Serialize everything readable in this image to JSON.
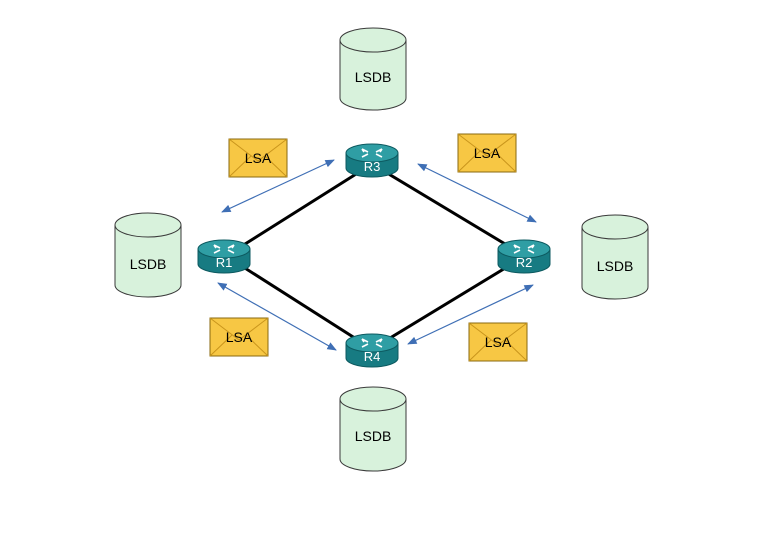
{
  "colors": {
    "link": "#000000",
    "arrow": "#3f6fb5",
    "router_top": "#2f9ea4",
    "router_body": "#177b82",
    "router_mark": "#ffffff",
    "db_fill": "#d8f2dc",
    "db_stroke": "#3a3a3a",
    "envelope_fill": "#f7c744",
    "envelope_stroke": "#8a6a10"
  },
  "routers": [
    {
      "id": "r1",
      "label": "R1"
    },
    {
      "id": "r2",
      "label": "R2"
    },
    {
      "id": "r3",
      "label": "R3"
    },
    {
      "id": "r4",
      "label": "R4"
    }
  ],
  "databases": [
    {
      "id": "top",
      "label": "LSDB"
    },
    {
      "id": "left",
      "label": "LSDB"
    },
    {
      "id": "right",
      "label": "LSDB"
    },
    {
      "id": "bottom",
      "label": "LSDB"
    }
  ],
  "links": [
    {
      "from": "r1",
      "to": "r3"
    },
    {
      "from": "r3",
      "to": "r2"
    },
    {
      "from": "r1",
      "to": "r4"
    },
    {
      "from": "r4",
      "to": "r2"
    }
  ],
  "lsa_messages": [
    {
      "id": "r1-r3",
      "label": "LSA"
    },
    {
      "id": "r3-r2",
      "label": "LSA"
    },
    {
      "id": "r1-r4",
      "label": "LSA"
    },
    {
      "id": "r4-r2",
      "label": "LSA"
    }
  ]
}
